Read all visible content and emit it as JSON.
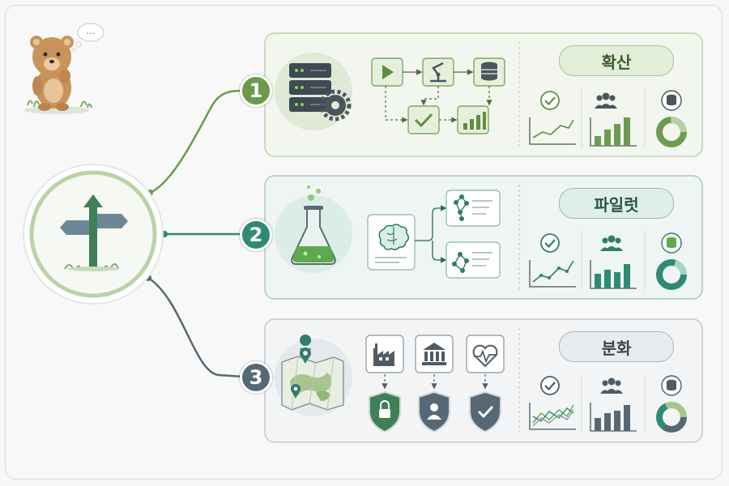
{
  "rows": [
    {
      "number": "1",
      "label": "확산",
      "accent": "#6a9a4a",
      "icons": {
        "hero": "server-gear-icon",
        "flow": [
          "play-icon",
          "robot-arm-icon",
          "database-icon",
          "check-icon",
          "bar-chart-icon"
        ],
        "metrics": [
          "checkmark-circle-icon",
          "people-icon",
          "database-icon"
        ]
      }
    },
    {
      "number": "2",
      "label": "파일럿",
      "accent": "#2f8a74",
      "icons": {
        "hero": "flask-icon",
        "flow": [
          "brain-icon",
          "network-node-icon",
          "network-node-icon"
        ],
        "metrics": [
          "checkmark-circle-icon",
          "people-icon",
          "database-icon"
        ]
      }
    },
    {
      "number": "3",
      "label": "분화",
      "accent": "#566874",
      "icons": {
        "hero": "map-pins-icon",
        "flow": [
          "factory-icon",
          "bank-icon",
          "heartbeat-icon",
          "lock-shield-icon",
          "user-shield-icon",
          "check-shield-icon"
        ],
        "metrics": [
          "checkmark-circle-icon",
          "people-icon",
          "database-icon"
        ]
      }
    }
  ],
  "hub": {
    "icon": "signpost-icon"
  },
  "mascot": {
    "icon": "thinking-bear-icon",
    "bubble": "..."
  },
  "colors": {
    "green": "#6a9a4a",
    "teal": "#2f8a74",
    "slate": "#566874"
  }
}
